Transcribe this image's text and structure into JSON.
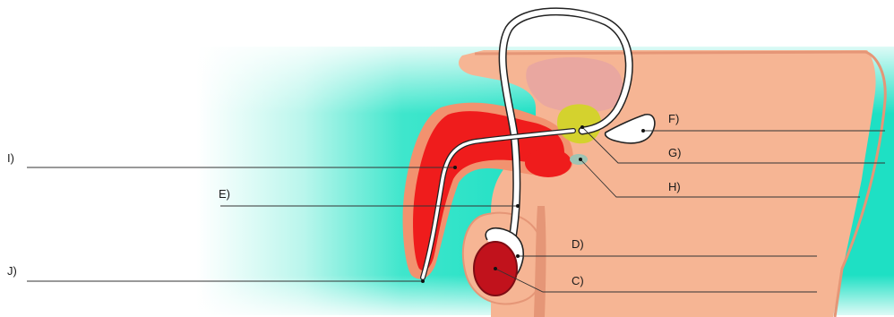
{
  "labels": {
    "I": "I)",
    "E": "E)",
    "J": "J)",
    "F": "F)",
    "G": "G)",
    "H": "H)",
    "D": "D)",
    "C": "C)"
  },
  "colors": {
    "skin": "#f6b594",
    "skin_outline": "#e59677",
    "background_teal": "#1ee0c4",
    "erectile_tissue": "#ef1c1c",
    "testis": "#c1121c",
    "bladder": "#e9a7a0",
    "seminal_vesicle": "#ffffff",
    "prostate": "#d4d22e",
    "bulbourethral_gland": "#9ec3b3",
    "duct": "#ffffff"
  }
}
